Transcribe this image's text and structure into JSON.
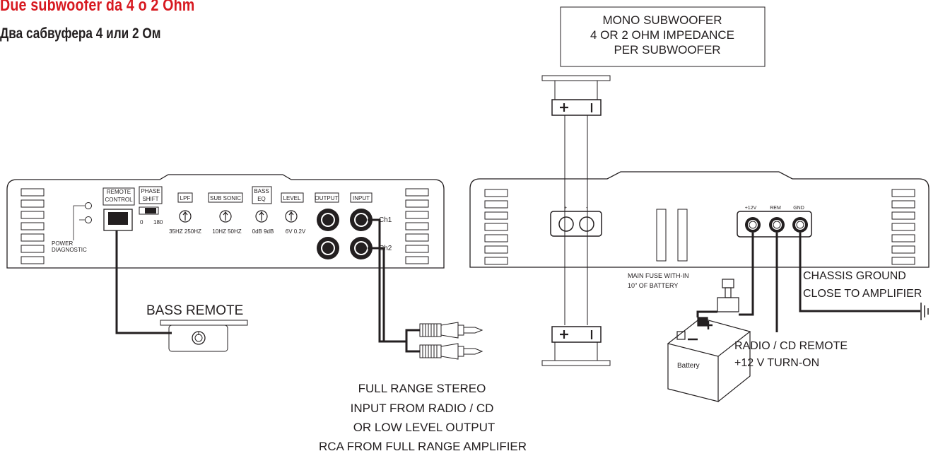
{
  "title_it": "Due subwoofer da 4 o 2 Ohm",
  "title_ru": "Два сабвуфера 4 или 2 Ом",
  "subwoofer_box": [
    "MONO SUBWOOFER",
    "4 OR 2 OHM IMPEDANCE",
    "PER SUBWOOFER"
  ],
  "left_amp": {
    "remote_control": [
      "REMOTE",
      "CONTROL"
    ],
    "phase_shift": [
      "PHASE",
      "SHIFT"
    ],
    "phase_values": [
      "0",
      "180"
    ],
    "power_diagnostic": [
      "POWER",
      "DIAGNOSTIC"
    ],
    "lpf": "LPF",
    "lpf_range": "35HZ  250HZ",
    "sub_sonic": "SUB SONIC",
    "sub_sonic_range": "10HZ  50HZ",
    "bass_eq": [
      "BASS",
      "EQ"
    ],
    "bass_eq_range": "0dB  9dB",
    "level": "LEVEL",
    "level_range": "6V   0.2V",
    "output": "OUTPUT",
    "input": "INPUT",
    "ch1": "Ch1",
    "ch2": "Ch2"
  },
  "right_amp": {
    "speaker_plus": "+",
    "speaker_minus": "-",
    "p12v": "+12V",
    "rem": "REM",
    "gnd": "GND"
  },
  "labels": {
    "bass_remote": "BASS REMOTE",
    "main_fuse": [
      "MAIN FUSE WITH-IN",
      "10\" OF BATTERY"
    ],
    "chassis_ground": [
      "CHASSIS GROUND",
      "CLOSE TO AMPLIFIER"
    ],
    "radio_cd": [
      "RADIO / CD REMOTE",
      "+12 V TURN-ON"
    ],
    "battery": "Battery",
    "full_range": [
      "FULL RANGE STEREO",
      "INPUT FROM RADIO / CD",
      "OR LOW LEVEL OUTPUT",
      "RCA FROM FULL RANGE AMPLIFIER"
    ]
  },
  "colors": {
    "title_red": "#d71920",
    "ink": "#231f20"
  }
}
